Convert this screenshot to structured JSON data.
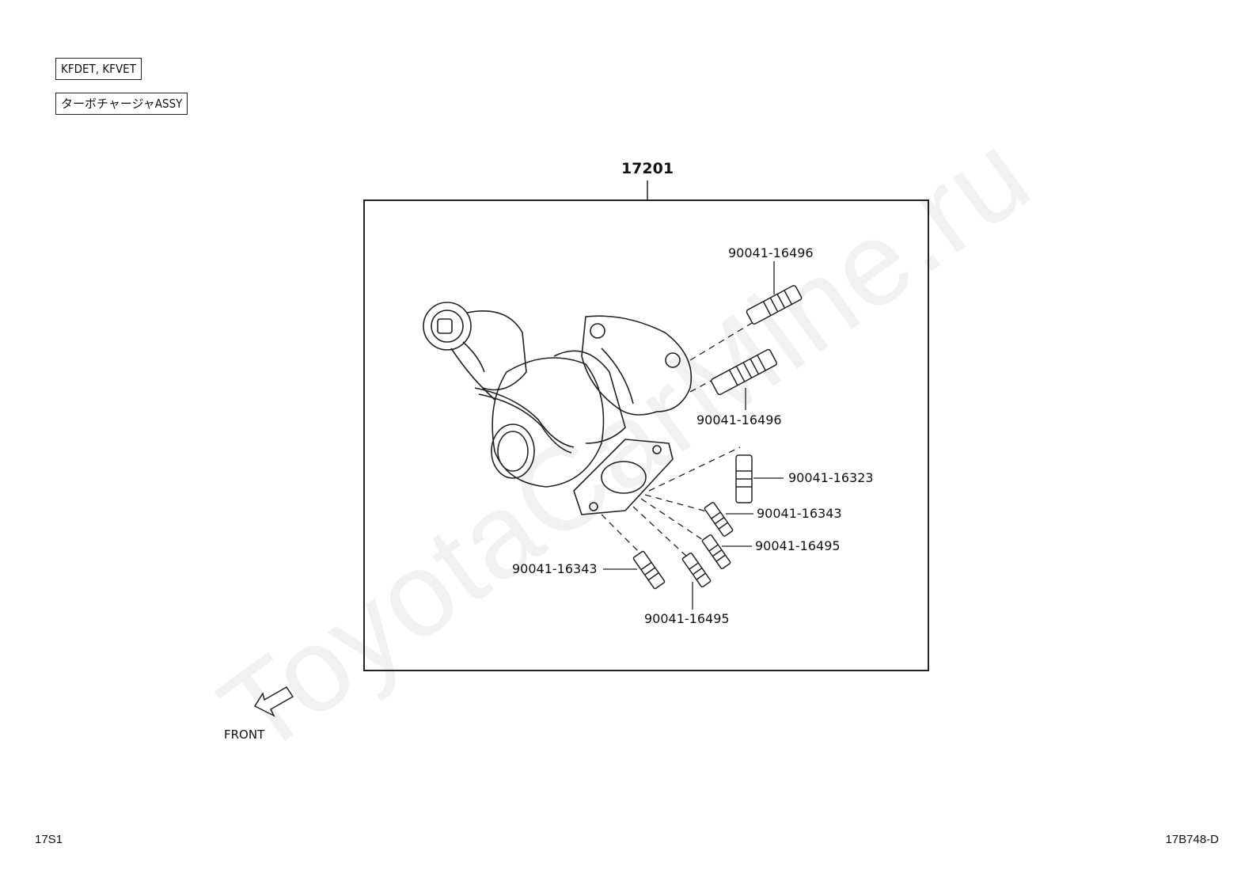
{
  "header": {
    "engine_codes": "KFDET, KFVET",
    "assembly_name": "ターボチャージャASSY"
  },
  "diagram": {
    "main_part": "17201",
    "callouts": [
      "90041-16496",
      "90041-16496",
      "90041-16323",
      "90041-16343",
      "90041-16495",
      "90041-16343",
      "90041-16495"
    ],
    "direction_label": "FRONT"
  },
  "footer": {
    "left_code": "17S1",
    "right_code": "17B748-D"
  },
  "watermark": "ToyotaCarMine.ru"
}
